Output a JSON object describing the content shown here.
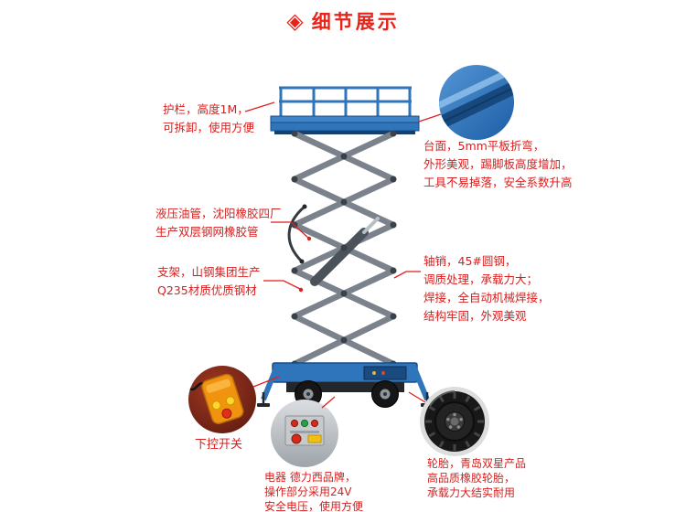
{
  "page": {
    "accent_red": "#e01f1f",
    "title_red": "#e8231a",
    "machine_blue": "#2e75bb"
  },
  "header": {
    "icon": "◈",
    "title": "细节展示"
  },
  "callouts": {
    "guardrail": {
      "text": "护栏，高度1M，\n可拆卸，使用方便"
    },
    "platform": {
      "text": "台面，5mm平板折弯，\n外形美观，踢脚板高度增加，\n工具不易掉落，安全系数升高"
    },
    "hydraulic_hose": {
      "text": "液压油管，沈阳橡胶四厂\n生产双层钢网橡胶管"
    },
    "support_frame": {
      "text": "支架，山钢集团生产\nQ235材质优质钢材"
    },
    "axle_pin": {
      "text": "轴销，45#圆钢，\n调质处理，承载力大；\n焊接，全自动机械焊接，\n结构牢固，外观美观"
    },
    "lower_control_switch": {
      "text": "下控开关"
    },
    "electrics": {
      "text": "电器 德力西品牌，\n操作部分采用24V\n安全电压，使用方便"
    },
    "tires": {
      "text": "轮胎，青岛双星产品\n高品质橡胶轮胎，\n承载力大结实耐用"
    }
  },
  "photos": {
    "platform_detail": "platform-corner-closeup",
    "remote_control": "orange-remote-control",
    "control_panel": "electric-control-panel",
    "tire": "rubber-tire"
  }
}
